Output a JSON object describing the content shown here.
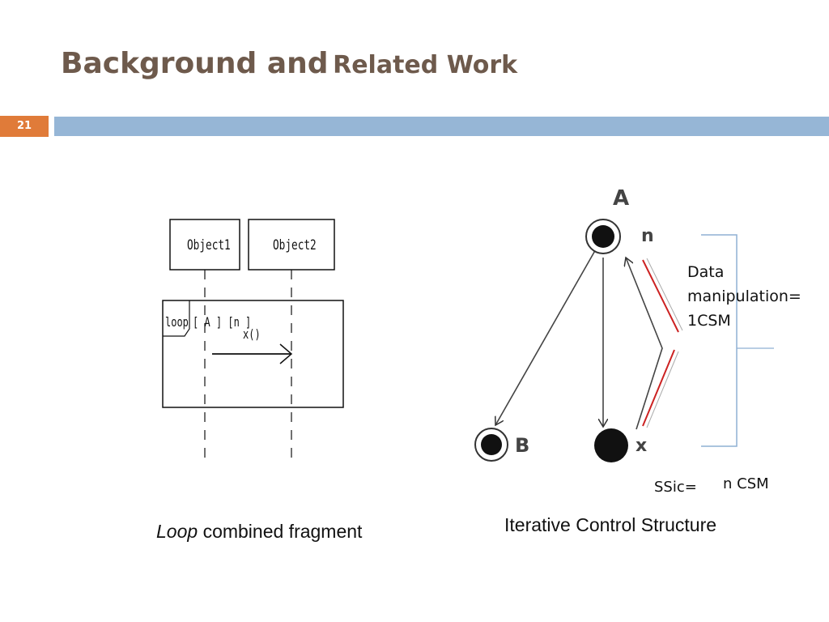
{
  "slide": {
    "title_part1": "Background and",
    "title_part2": "Related Work",
    "number": "21"
  },
  "sequence_diagram": {
    "object1": "Object1",
    "object2": "Object2",
    "fragment_operator": "loop",
    "guard": "[ A ] [n ]",
    "message": "x()",
    "caption_italic": "Loop",
    "caption_rest": "combined fragment"
  },
  "control_structure": {
    "node_a": "A",
    "node_b": "B",
    "node_x": "x",
    "loop_count": "n",
    "data_manipulation": [
      "Data",
      "manipulation=",
      "1CSM"
    ],
    "ssic_label": "SSic=",
    "ssic_value": "n CSM",
    "caption": "Iterative Control Structure"
  }
}
